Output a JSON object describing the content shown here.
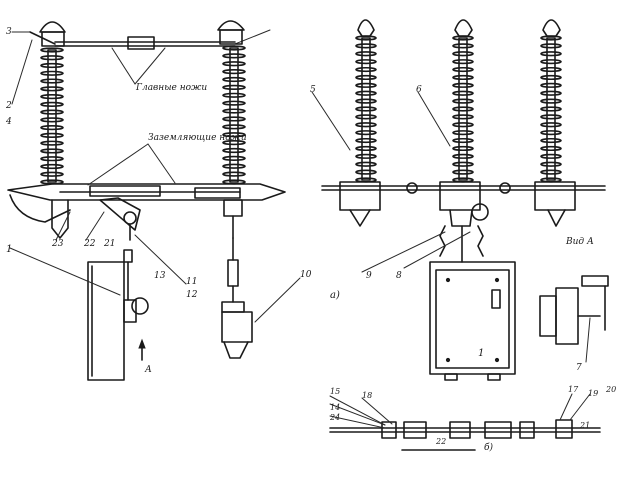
{
  "labels": {
    "num_5": "5",
    "num_6": "6",
    "num_3": "3",
    "num_2": "2",
    "num_4": "4",
    "num_1": "1",
    "num_10": "10",
    "num_11": "11",
    "num_12": "12",
    "num_13": "13",
    "num_a21": "21",
    "num_a22": "22",
    "num_a23": "23",
    "num_9": "9",
    "num_8": "8",
    "num_7": "7",
    "num_1b": "1",
    "num_17": "17",
    "num_18": "18",
    "num_19": "19",
    "num_20": "20",
    "num_15": "15",
    "num_14": "14",
    "num_21b": "21",
    "num_22b": "22",
    "num_24": "24",
    "letter_a_upper": "a)",
    "letter_b_lower": "б)",
    "arrow_a": "А",
    "view_a": "Вид А",
    "note_top": "Главные ножи",
    "note_mid": "Заземляющие ножи"
  },
  "colors": {
    "ink": "#1a1a1a",
    "paper": "#ffffff"
  }
}
